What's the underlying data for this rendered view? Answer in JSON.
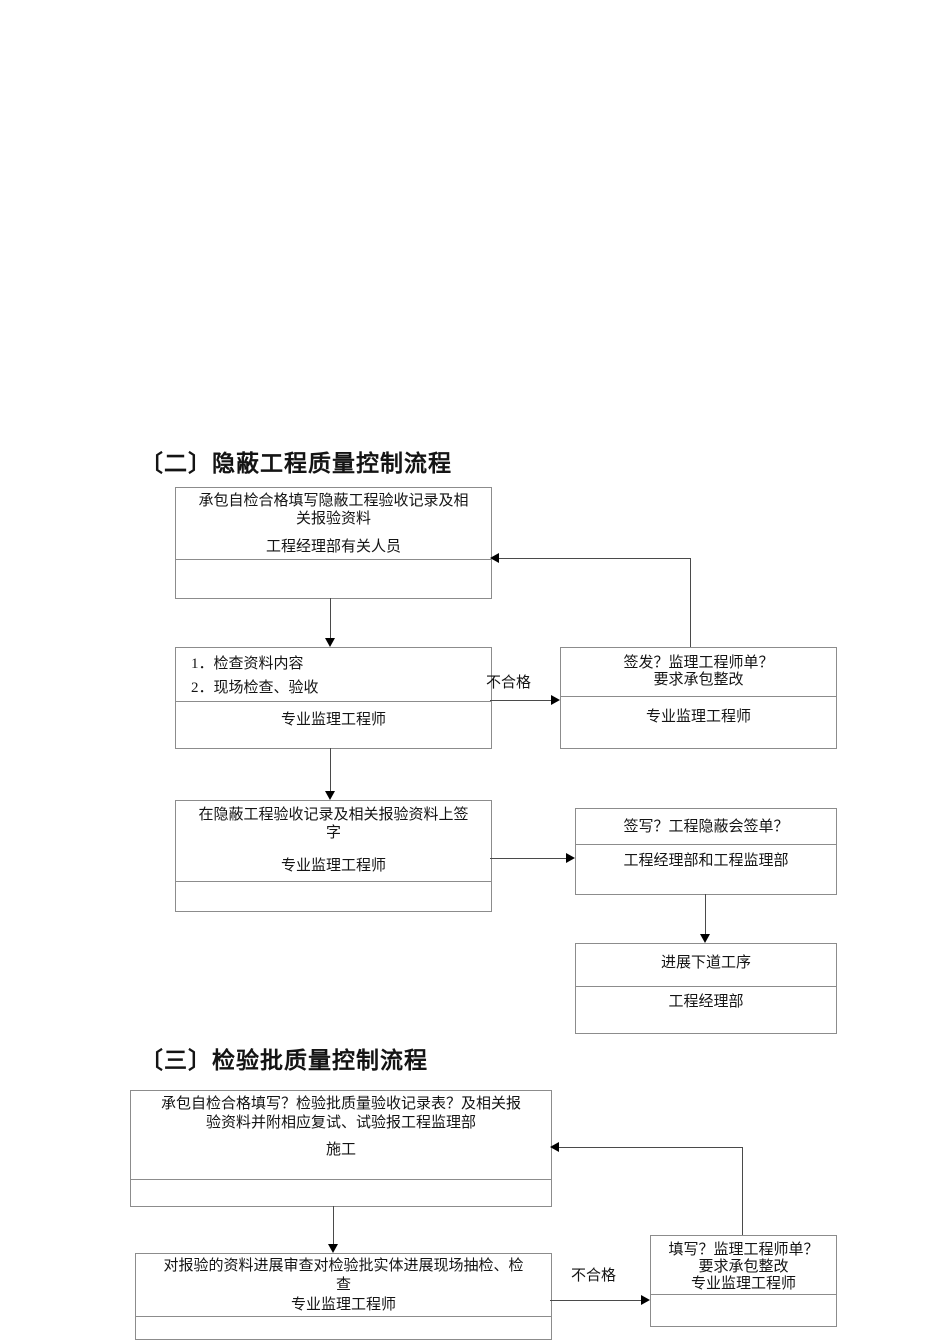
{
  "page": {
    "background": "#ffffff",
    "box_border_color": "#8c8c8c",
    "connector_color": "#4a4a4a",
    "arrowhead_color": "#000000"
  },
  "flow_hidden_works": {
    "heading": "〔二〕隐蔽工程质量控制流程",
    "unqualified_label": "不合格",
    "report_box": {
      "action": "承包自检合格填写隐蔽工程验收记录及相关报验资料",
      "role": "工程经理部有关人员"
    },
    "check_box": {
      "item1": "1．检查资料内容",
      "item2": "2．现场检查、验收",
      "role": "专业监理工程师"
    },
    "rectify_box": {
      "line1": "签发？监理工程师单？",
      "line2": "要求承包整改",
      "role": "专业监理工程师"
    },
    "sign_box": {
      "action": "在隐蔽工程验收记录及相关报验资料上签字",
      "role": "专业监理工程师"
    },
    "countersign_box": {
      "action": "签写？工程隐蔽会签单？",
      "role": "工程经理部和工程监理部"
    },
    "next_box": {
      "action": "进展下道工序",
      "role": "工程经理部"
    }
  },
  "flow_inspection_lot": {
    "heading": "〔三〕检验批质量控制流程",
    "unqualified_label": "不合格",
    "report_box": {
      "action": "承包自检合格填写？检验批质量验收记录表？及相关报验资料并附相应复试、试验报工程监理部",
      "role": "施工"
    },
    "review_box": {
      "action": "对报验的资料进展审查对检验批实体进展现场抽检、检查",
      "role": "专业监理工程师"
    },
    "rectify_box": {
      "line1": "填写？监理工程师单？",
      "line2": "要求承包整改",
      "role": "专业监理工程师"
    }
  }
}
